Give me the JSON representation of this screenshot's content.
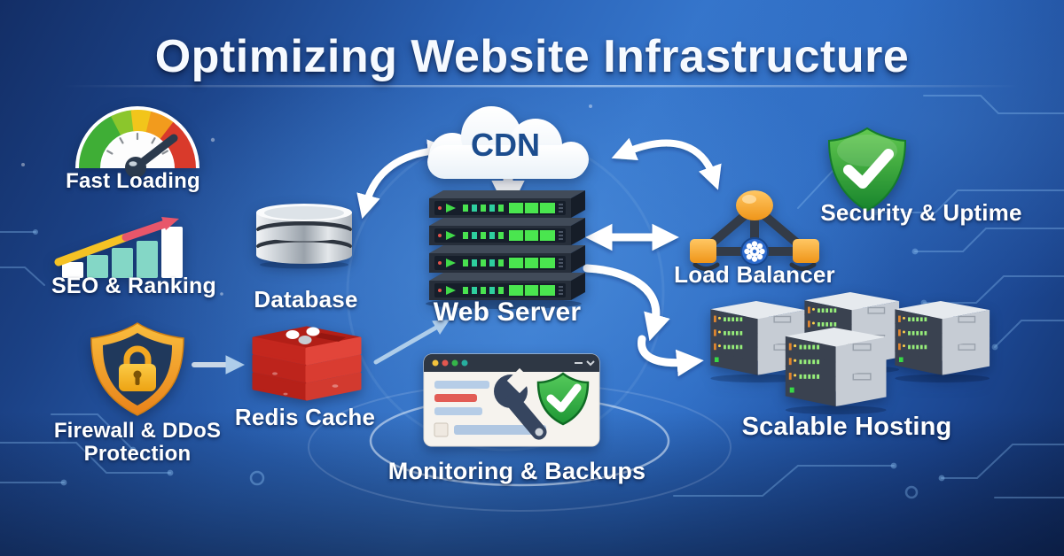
{
  "title": "Optimizing Website Infrastructure",
  "nodes": {
    "fast_loading": {
      "label": "Fast Loading",
      "icon": "speedometer-icon"
    },
    "seo": {
      "label": "SEO & Ranking",
      "icon": "bar-chart-growth-icon"
    },
    "firewall": {
      "label": "Firewall & DDoS Protection",
      "icon": "shield-lock-icon"
    },
    "database": {
      "label": "Database",
      "icon": "database-cylinder-icon"
    },
    "cdn": {
      "label": "CDN",
      "icon": "cloud-icon"
    },
    "web_server": {
      "label": "Web Server",
      "icon": "server-rack-icon"
    },
    "redis": {
      "label": "Redis Cache",
      "icon": "redis-stack-icon"
    },
    "monitoring": {
      "label": "Monitoring & Backups",
      "icon": "browser-wrench-check-icon"
    },
    "load_balancer": {
      "label": "Load Balancer",
      "icon": "load-balancer-icon"
    },
    "security": {
      "label": "Security & Uptime",
      "icon": "green-shield-check-icon"
    },
    "hosting": {
      "label": "Scalable Hosting",
      "icon": "server-stacks-icon"
    }
  },
  "connections": [
    {
      "from": "database",
      "to": "cdn",
      "style": "curved-double-arrow"
    },
    {
      "from": "cdn",
      "to": "web_server",
      "style": "down-arrow"
    },
    {
      "from": "web_server",
      "to": "load_balancer",
      "style": "double-arrow"
    },
    {
      "from": "cdn",
      "to": "load_balancer",
      "style": "curved-double-arrow"
    },
    {
      "from": "web_server",
      "to": "hosting",
      "style": "s-curve-arrow"
    },
    {
      "from": "redis",
      "to": "web_server",
      "style": "diagonal-arrow"
    },
    {
      "from": "firewall",
      "to": "redis",
      "style": "straight-arrow"
    }
  ],
  "colors": {
    "background_blue": "#2a62b5",
    "gauge_green": "#4caf3a",
    "gauge_yellow": "#f2c51b",
    "gauge_red": "#d93a2b",
    "seo_teal": "#84d7c6",
    "seo_arrow_yellow": "#f5c224",
    "seo_arrow_red": "#e8566a",
    "firewall_orange": "#f0a023",
    "redis_red": "#c4271e",
    "security_green": "#2e9e3f",
    "led_green": "#49e350",
    "server_dark": "#262e3a",
    "arrow_white": "#ffffff",
    "circuit_blue": "#8fc3f4",
    "cdn_text_blue": "#1c4d8e"
  }
}
